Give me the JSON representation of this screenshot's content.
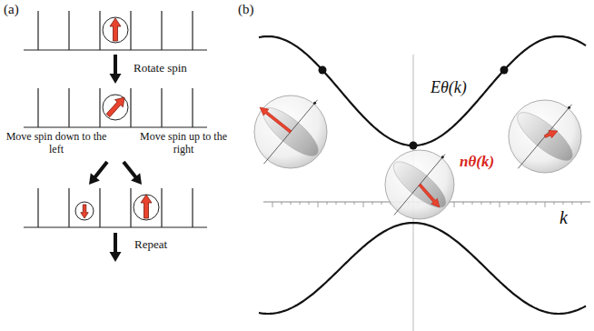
{
  "diagram": {
    "labels": [
      "(a)",
      "(b)",
      "Rotate spin",
      "Move spin down to the left",
      "Move spin up to the right",
      "Repeat",
      "Eθ(k)",
      "nθ(k)",
      "k"
    ]
  }
}
